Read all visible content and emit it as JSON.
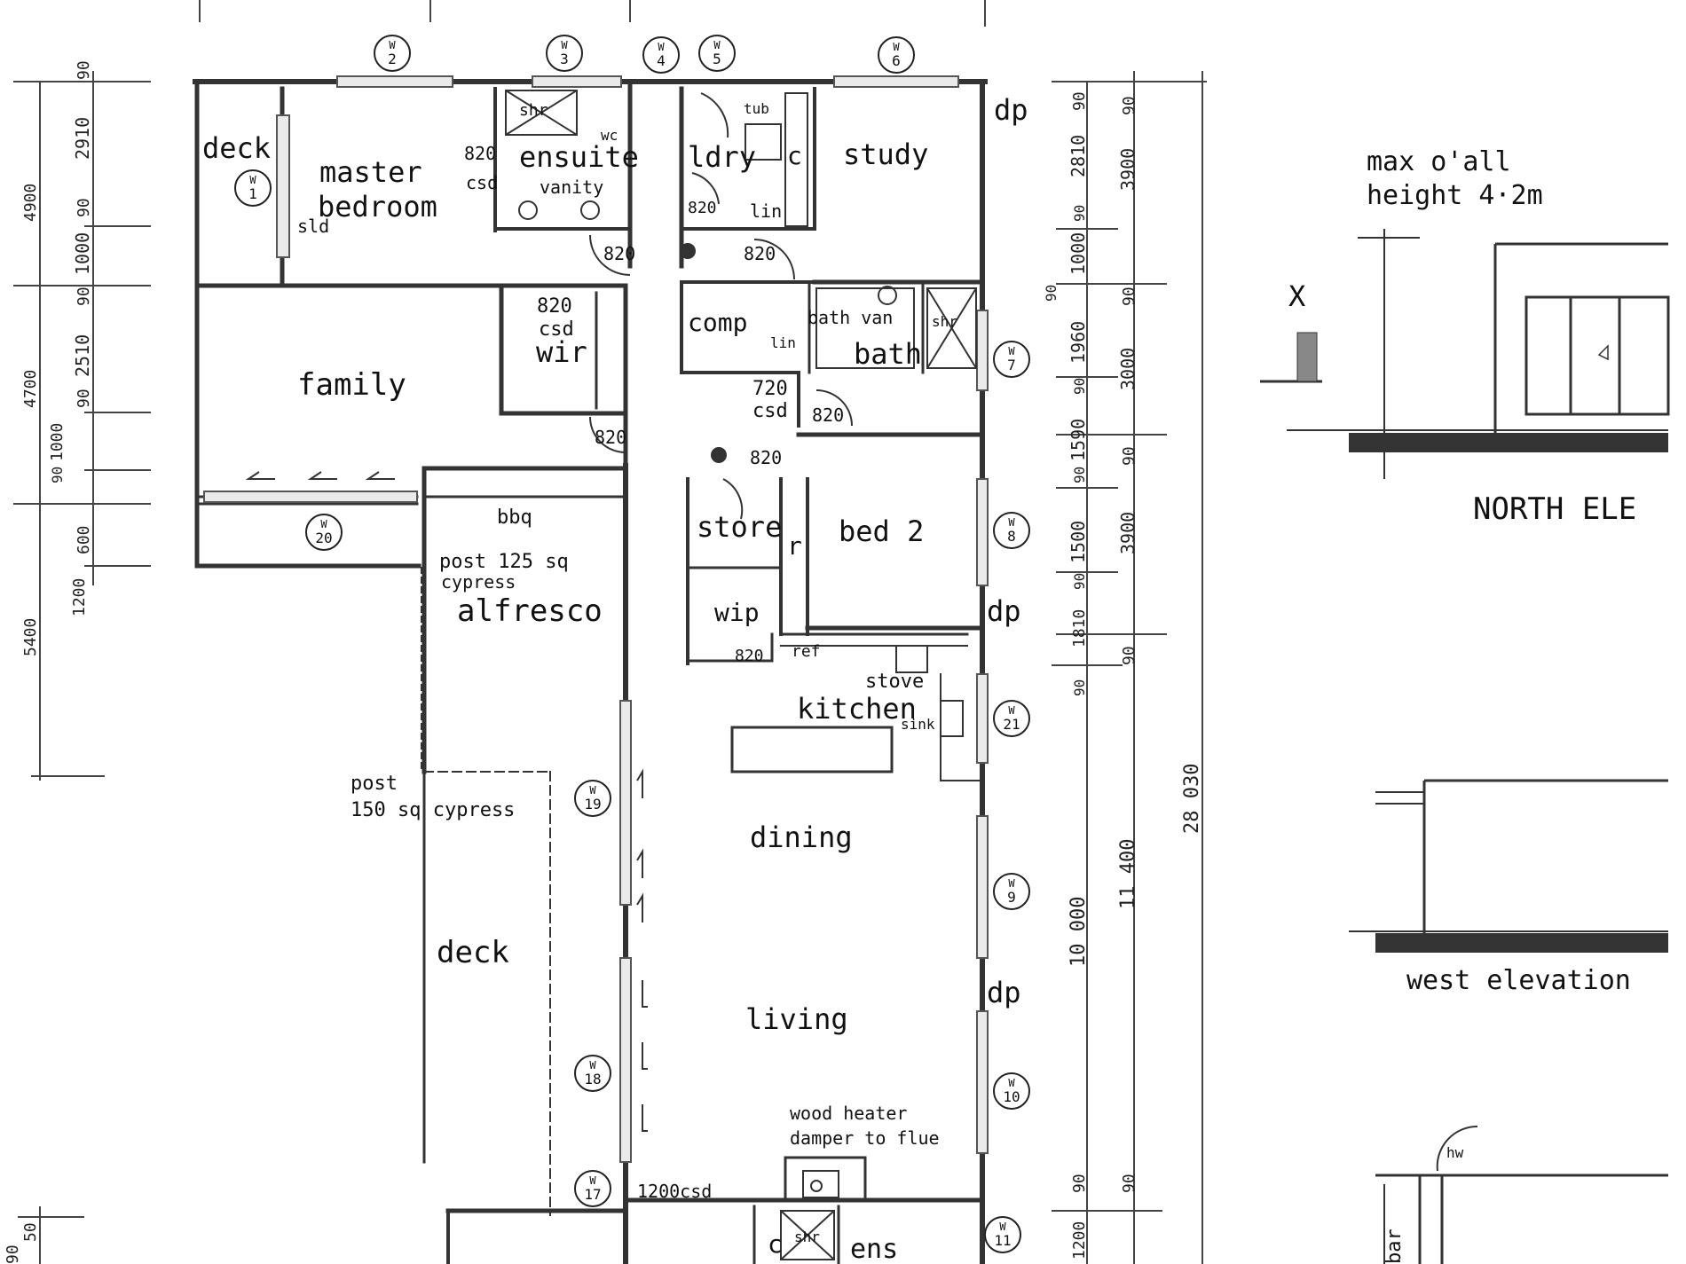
{
  "rooms": {
    "deck_master": "deck",
    "master_bedroom_line1": "master",
    "master_bedroom_line2": "bedroom",
    "sld": "sld",
    "ensuite": "ensuite",
    "vanity": "vanity",
    "wc": "wc",
    "shr_ensuite": "shr",
    "csd_820_a": "820",
    "csd_820_a2": "csd",
    "ldry": "ldry",
    "ldry_c": "c",
    "ldry_tub": "tub",
    "ldry_lin": "lin",
    "study": "study",
    "family": "family",
    "wir_820": "820",
    "wir_csd": "csd",
    "wir": "wir",
    "comp": "comp",
    "lin_comp": "lin",
    "bath_van": "bath van",
    "bath": "bath",
    "shr_bath": "shr",
    "csd_720": "720",
    "csd_720b": "csd",
    "bbq": "bbq",
    "post_125_line1": "post 125 sq",
    "post_125_line2": "cypress",
    "alfresco": "alfresco",
    "store": "store",
    "r_store": "r",
    "bed2": "bed 2",
    "wip": "wip",
    "ref": "ref",
    "stove": "stove",
    "kitchen": "kitchen",
    "sink": "sink",
    "post_150_line1": "post",
    "post_150_line2": "150 sq cypress",
    "dining": "dining",
    "deck_lower": "deck",
    "living": "living",
    "wood_heater_line1": "wood heater",
    "wood_heater_line2": "damper to flue",
    "csd_1200": "1200csd",
    "c_ens": "c",
    "shr_ens": "shr",
    "ens": "ens",
    "dp1": "dp",
    "dp2": "dp",
    "dp3": "dp",
    "door_820_1": "820",
    "door_820_2": "820",
    "door_820_3": "820",
    "door_820_4": "820",
    "door_820_5": "820",
    "door_820_6": "820",
    "door_820_7": "820",
    "x_mark": "X"
  },
  "elevations": {
    "max_height_line1": "max o'all",
    "max_height_line2": "height 4·2m",
    "north": "NORTH  ELE",
    "west": "west elevation",
    "bar": "bar",
    "hw": "hw"
  },
  "dimensions": {
    "left_outer": [
      "4900",
      "4700",
      "5400"
    ],
    "left_inner": [
      "90",
      "2910",
      "90",
      "1000",
      "90",
      "2510",
      "90",
      "1000",
      "90",
      "600",
      "1200"
    ],
    "right_a": [
      "90",
      "2810",
      "90",
      "1000",
      "90",
      "1960",
      "90",
      "1590",
      "90",
      "1500",
      "90",
      "1810",
      "90",
      "10 000",
      "90",
      "1200"
    ],
    "right_b": [
      "90",
      "3900",
      "90",
      "3000",
      "90",
      "3900",
      "90",
      "11 400",
      "90"
    ],
    "overall": "28 030",
    "bottom_left": "90",
    "bottom_left2": "50"
  },
  "window_tags": {
    "w1": [
      "W",
      "1"
    ],
    "w2": [
      "W",
      "2"
    ],
    "w3": [
      "W",
      "3"
    ],
    "w4": [
      "W",
      "4"
    ],
    "w5": [
      "W",
      "5"
    ],
    "w6": [
      "W",
      "6"
    ],
    "w7": [
      "W",
      "7"
    ],
    "w8": [
      "W",
      "8"
    ],
    "w9": [
      "W",
      "9"
    ],
    "w10": [
      "W",
      "10"
    ],
    "w11": [
      "W",
      "11"
    ],
    "w17": [
      "W",
      "17"
    ],
    "w18": [
      "W",
      "18"
    ],
    "w19": [
      "W",
      "19"
    ],
    "w20": [
      "W",
      "20"
    ],
    "w21": [
      "W",
      "21"
    ]
  }
}
